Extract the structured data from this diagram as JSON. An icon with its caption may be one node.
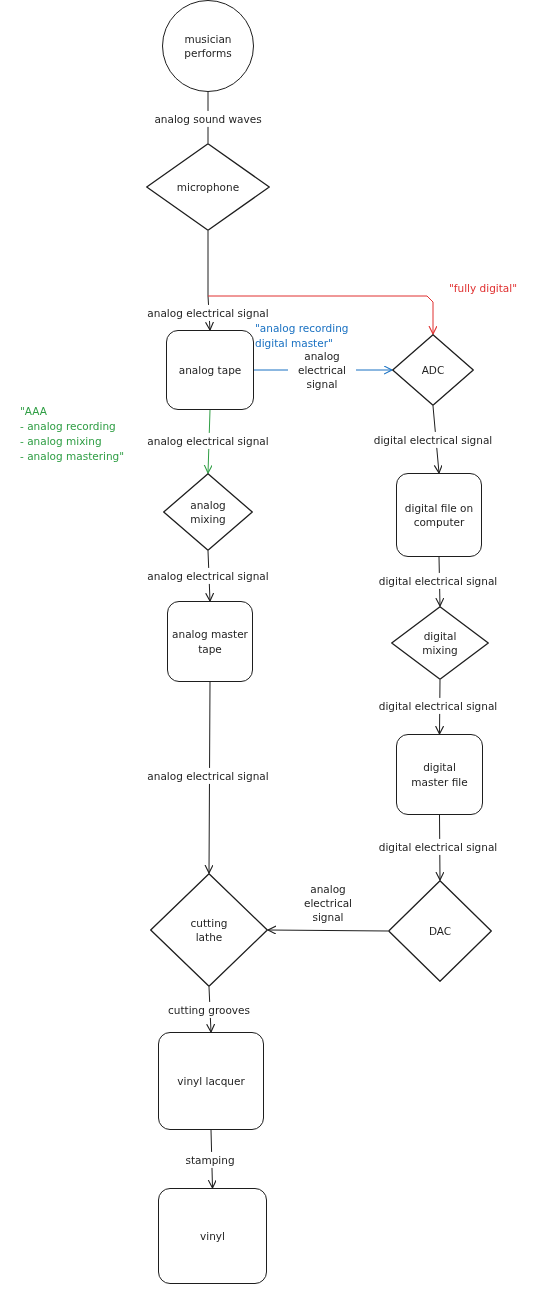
{
  "diagram": {
    "nodes": [
      {
        "text": [
          "musician performs"
        ]
      },
      {
        "text": [
          "microphone"
        ]
      },
      {
        "text": [
          "analog tape"
        ]
      },
      {
        "text": [
          "ADC"
        ]
      },
      {
        "text": [
          "analog mixing"
        ]
      },
      {
        "text": [
          "digital file on computer"
        ]
      },
      {
        "text": [
          "analog master tape"
        ]
      },
      {
        "text": [
          "digital mixing"
        ]
      },
      {
        "text": [
          "digital master file"
        ]
      },
      {
        "text": [
          "cutting lathe"
        ]
      },
      {
        "text": [
          "DAC"
        ]
      },
      {
        "text": [
          "vinyl lacquer"
        ]
      },
      {
        "text": [
          "vinyl"
        ]
      }
    ],
    "edges": [
      {
        "from": 0,
        "to": 1,
        "arrow": "none",
        "label": "analog sound waves"
      },
      {
        "from": 1,
        "to": 2,
        "arrow": "to",
        "label": "analog electrical signal"
      },
      {
        "from": 1,
        "to": 3,
        "arrow": "to",
        "label": "\"fully digital\"",
        "color": "#e03131"
      },
      {
        "from": 2,
        "to": 3,
        "arrow": "to",
        "label": "analog electrical signal",
        "color": "#1971c2"
      },
      {
        "from": 2,
        "to": 4,
        "arrow": "to",
        "label": "analog electrical signal",
        "color": "#2f9e44"
      },
      {
        "from": 3,
        "to": 5,
        "arrow": "to",
        "label": "digital electrical signal"
      },
      {
        "from": 4,
        "to": 6,
        "arrow": "to",
        "label": "analog electrical signal"
      },
      {
        "from": 5,
        "to": 7,
        "arrow": "to",
        "label": "digital electrical signal"
      },
      {
        "from": 6,
        "to": 9,
        "arrow": "to",
        "label": "analog electrical signal"
      },
      {
        "from": 7,
        "to": 8,
        "arrow": "to",
        "label": "digital electrical signal"
      },
      {
        "from": 8,
        "to": 10,
        "arrow": "to",
        "label": "digital electrical signal"
      },
      {
        "from": 10,
        "to": 9,
        "arrow": "to",
        "label": "analog electrical signal"
      },
      {
        "from": 9,
        "to": 11,
        "arrow": "to",
        "label": "cutting grooves"
      },
      {
        "from": 11,
        "to": 12,
        "arrow": "to",
        "label": "stamping"
      }
    ],
    "labels": [
      "\"analog recording digital master\"",
      "\"AAA",
      "- analog recording",
      "- analog mixing",
      "- analog mastering\""
    ]
  }
}
